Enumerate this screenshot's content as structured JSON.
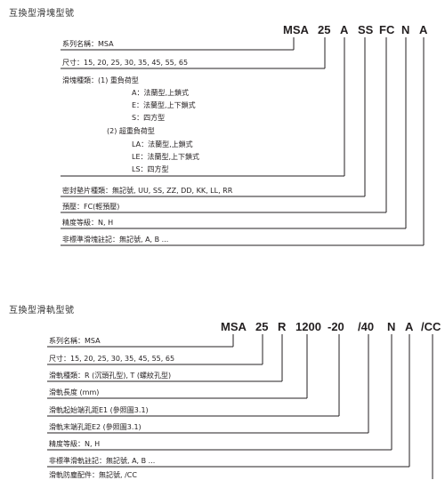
{
  "block": {
    "title": "互換型滑塊型號",
    "code_parts": [
      "MSA",
      "25",
      "A",
      "SS",
      "FC",
      "N",
      "A"
    ],
    "labels": [
      "系列名稱：MSA",
      "尺寸：15, 20, 25, 30, 35, 45, 55, 65",
      "滑塊種類：(1) 重負荷型",
      "A：法蘭型,上鎖式",
      "E：法蘭型,上下鎖式",
      "S：四方型",
      "(2) 超重負荷型",
      "LA：法蘭型,上鎖式",
      "LE：法蘭型,上下鎖式",
      "LS：四方型",
      "密封墊片種類：無記號, UU, SS, ZZ, DD, KK, LL, RR",
      "預壓：FC(輕預壓)",
      "精度等級：N, H",
      "非標準滑塊註記：無記號, A, B ..."
    ]
  },
  "rail": {
    "title": "互換型滑軌型號",
    "code_parts": [
      "MSA",
      "25",
      "R",
      "1200",
      "-20",
      "/40",
      "N",
      "A",
      "/CC"
    ],
    "labels": [
      "系列名稱：MSA",
      "尺寸：15, 20, 25, 30, 35, 45, 55, 65",
      "滑軌種類：R (沉頭孔型), T (螺紋孔型)",
      "滑軌長度 (mm)",
      "滑軌起始端孔距E1 (參照圖3.1)",
      "滑軌末端孔距E2 (參照圖3.1)",
      "精度等級：N, H",
      "非標準滑軌註記：無記號, A, B ...",
      "滑軌防塵配件：無記號, /CC"
    ]
  }
}
